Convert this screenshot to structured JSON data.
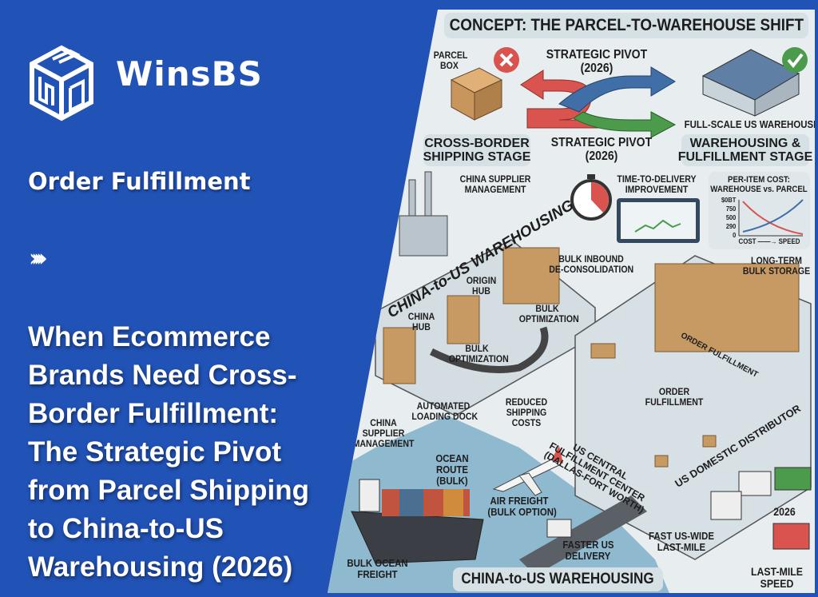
{
  "brand": {
    "name": "WinsBS",
    "logo_icon": "cube-wb-logo-icon"
  },
  "category": "Order Fulfillment",
  "chevrons": "›››››",
  "headline": [
    "When Ecommerce",
    "Brands Need Cross-",
    "Border Fulfillment:",
    "The Strategic Pivot",
    "from Parcel Shipping",
    "to China-to-US",
    "Warehousing (2026)"
  ],
  "colors": {
    "background": "#2152b6",
    "panel": "#e8edf0",
    "arrow_red": "#d9534f",
    "arrow_blue": "#3f6fa6",
    "arrow_green": "#4c9a4c",
    "water": "#8fb9cf"
  },
  "illustration": {
    "title": "CONCEPT: THE PARCEL-TO-WAREHOUSE SHIFT",
    "parcel_box": "PARCEL BOX",
    "pivot_top": [
      "STRATEGIC PIVOT",
      "(2026)"
    ],
    "pivot_bottom": [
      "STRATEGIC PIVOT",
      "(2026)"
    ],
    "full_scale": "FULL-SCALE US WAREHOUSE",
    "stage_left": [
      "CROSS-BORDER",
      "SHIPPING STAGE"
    ],
    "stage_right": [
      "WAREHOUSING &",
      "FULFILLMENT STAGE"
    ],
    "supplier_top": [
      "CHINA SUPPLIER",
      "MANAGEMENT"
    ],
    "time_delivery": [
      "TIME-TO-DELIVERY",
      "IMPROVEMENT"
    ],
    "cost_chart": {
      "title": [
        "PER-ITEM COST:",
        "WAREHOUSE vs. PARCEL"
      ],
      "ticks": [
        "$0BT",
        "750",
        "500",
        "290",
        "0"
      ],
      "x_label": "COST ——→ SPEED"
    },
    "china_us_rot": "CHINA-to-US WAREHOUSING",
    "origin_hub": [
      "ORIGIN",
      "HUB"
    ],
    "china_hub": [
      "CHINA",
      "HUB"
    ],
    "bulk_opt_1": [
      "BULK",
      "OPTIMIZATION"
    ],
    "bulk_opt_2": [
      "BULK",
      "OPTIMIZATION"
    ],
    "loading_dock": [
      "AUTOMATED",
      "LOADING DOCK"
    ],
    "bulk_inbound": [
      "BULK INBOUND",
      "DE-CONSOLIDATION"
    ],
    "long_term": [
      "LONG-TERM",
      "BULK STORAGE"
    ],
    "order_fulfillment_rot": "ORDER FULFILLMENT",
    "order_fulfillment": [
      "ORDER",
      "FULFILLMENT"
    ],
    "reduced_costs": [
      "REDUCED",
      "SHIPPING",
      "COSTS"
    ],
    "supplier_bottom": [
      "CHINA",
      "SUPPLIER",
      "MANAGEMENT"
    ],
    "ocean_route": [
      "OCEAN",
      "ROUTE",
      "(BULK)"
    ],
    "air_freight": [
      "AIR FREIGHT",
      "(BULK OPTION)"
    ],
    "us_central": [
      "US CENTRAL",
      "FULFILLMENT CENTER",
      "(DALLAS-FORT WORTH)"
    ],
    "us_distributor": "US DOMESTIC DISTRIBUTOR",
    "year": "2026",
    "fast_us": [
      "FAST US-WIDE",
      "LAST-MILE"
    ],
    "faster_delivery": [
      "FASTER US",
      "DELIVERY"
    ],
    "bulk_ocean": [
      "BULK OCEAN",
      "FREIGHT"
    ],
    "bottom_banner": "CHINA-to-US WAREHOUSING",
    "last_mile": [
      "LAST-MILE",
      "SPEED"
    ]
  }
}
